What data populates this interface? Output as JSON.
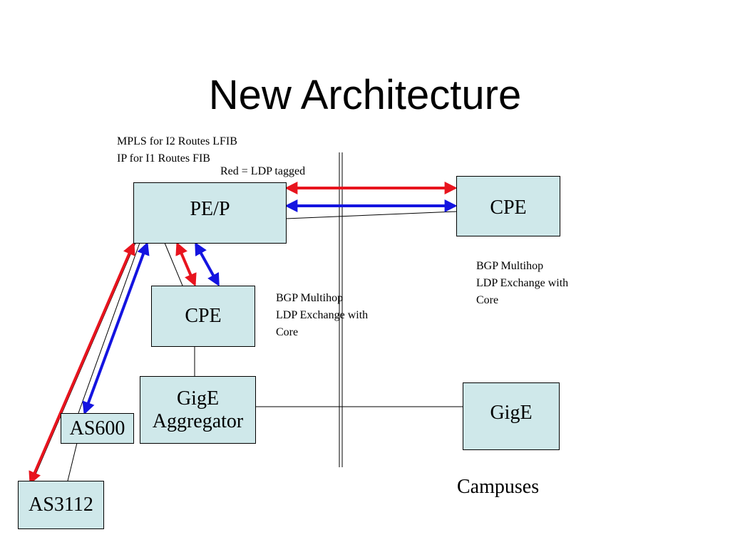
{
  "slide": {
    "title": "New Architecture",
    "notes": {
      "mpls": [
        "MPLS for I2 Routes LFIB",
        "IP for I1 Routes FIB"
      ],
      "legend": "Red = LDP tagged",
      "bgp_right": [
        "BGP Multihop",
        "LDP Exchange with",
        "Core"
      ],
      "bgp_center": [
        "BGP Multihop",
        "LDP Exchange with",
        "Core"
      ],
      "campuses": "Campuses"
    },
    "nodes": {
      "pe_p": "PE/P",
      "cpe_right": "CPE",
      "cpe_center": "CPE",
      "gige_aggregator": [
        "GigE",
        "Aggregator"
      ],
      "gige": "GigE",
      "as600": "AS600",
      "as3112": "AS3112"
    },
    "colors": {
      "box_fill": "#cfe8ea",
      "ldp_tagged": "#e8141e",
      "untagged": "#1414e0"
    }
  }
}
